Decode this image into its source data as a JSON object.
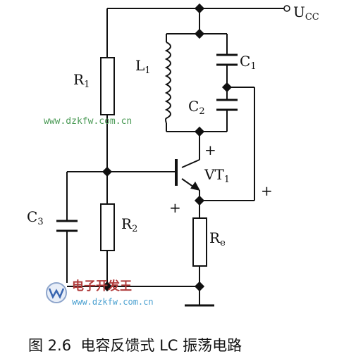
{
  "labels": {
    "ucc": "U",
    "ucc_sub": "CC",
    "r1": "R",
    "r1_sub": "1",
    "l1": "L",
    "l1_sub": "1",
    "c1": "C",
    "c1_sub": "1",
    "c2": "C",
    "c2_sub": "2",
    "vt1": "VT",
    "vt1_sub": "1",
    "c3": "C",
    "c3_sub": "3",
    "r2": "R",
    "r2_sub": "2",
    "re": "R",
    "re_sub": "e",
    "plus_collector": "+",
    "plus_emitter": "+",
    "plus_feedback": "+"
  },
  "watermark": {
    "url_top": "www.dzkfw.com.cn",
    "brand": "电子开发王",
    "url_bottom": "www.dzkfw.com.cn"
  },
  "caption": "图 2.6  电容反馈式 LC 振荡电路"
}
